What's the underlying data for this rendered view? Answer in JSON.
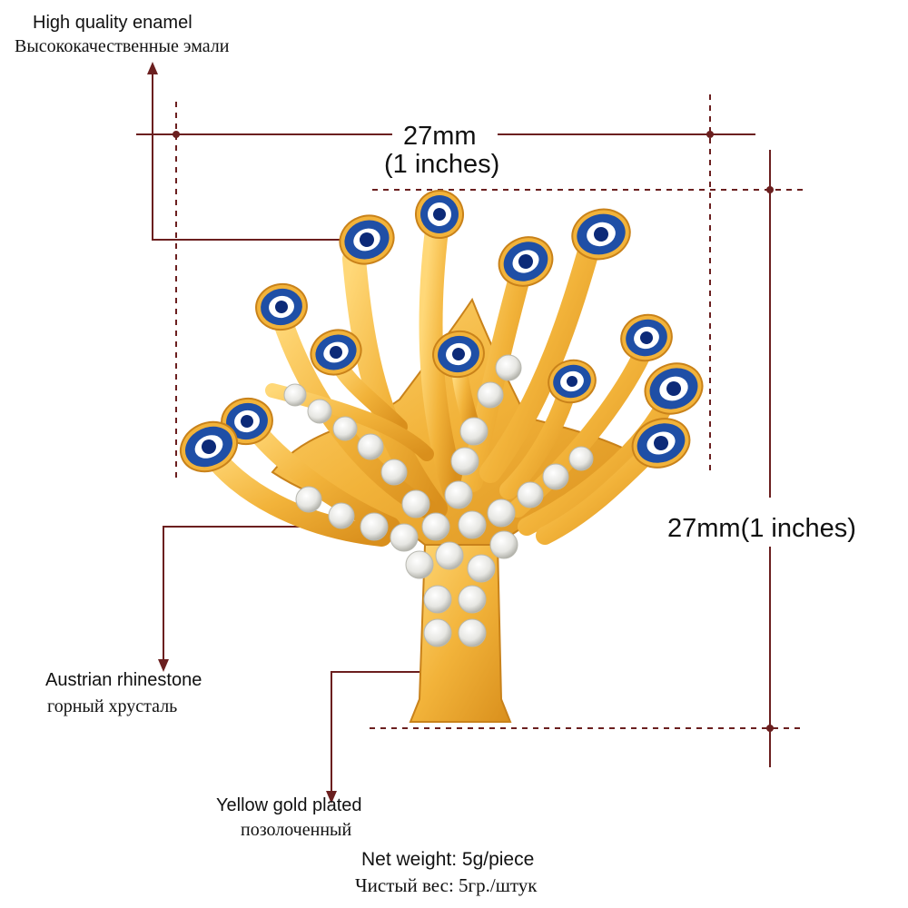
{
  "annotations": {
    "enamel": {
      "en": "High quality enamel",
      "ru": "Высококачественные эмали"
    },
    "width": {
      "mm": "27mm",
      "inches": "(1 inches)"
    },
    "height": {
      "label": "27mm(1 inches)"
    },
    "rhinestone": {
      "en": "Austrian rhinestone",
      "ru": "горный хрусталь"
    },
    "plating": {
      "en": "Yellow gold plated",
      "ru": "позолоченный"
    },
    "weight": {
      "en": "Net weight: 5g/piece",
      "ru": "Чистый вес: 5гр./штук"
    }
  },
  "colors": {
    "gold": "#f2b33a",
    "gold_dark": "#d98f1c",
    "gold_light": "#ffd878",
    "enamel_blue": "#1f4fa6",
    "enamel_dark": "#0c2a78",
    "rhinestone": "#ecece8",
    "guide_line": "#6b1f1f"
  }
}
